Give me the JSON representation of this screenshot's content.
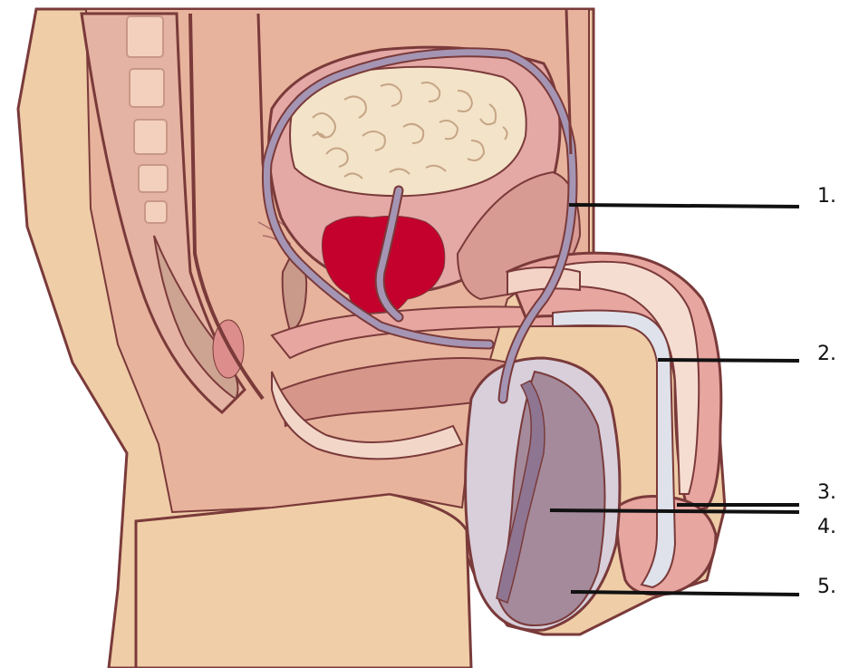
{
  "labels": [
    {
      "id": "1",
      "text": "1."
    },
    {
      "id": "2",
      "text": "2."
    },
    {
      "id": "3",
      "text": "3."
    },
    {
      "id": "4",
      "text": "4."
    },
    {
      "id": "5",
      "text": "5."
    }
  ],
  "colors": {
    "skin": "#f1cfa8",
    "skin_shadow": "#e4b692",
    "tissue_light": "#ebb8a8",
    "tissue_mid": "#d99a8c",
    "tissue_pink": "#e8a6a0",
    "outline": "#7a3a3a",
    "bone": "#e9b9a9",
    "vertebra": "#f3d1bd",
    "bladder": "#e3a8a6",
    "intestine": "#f3e2c7",
    "intestine_line": "#c9a98a",
    "prostate": "#c4002d",
    "vas_deferens": "#a595b4",
    "vas_light": "#cfc5db",
    "testis": "#a48a9b",
    "testis_light": "#d8cfdb",
    "urethra": "#dfe2ea",
    "glans_light": "#f6ddd2",
    "leader_line": "#111111"
  }
}
